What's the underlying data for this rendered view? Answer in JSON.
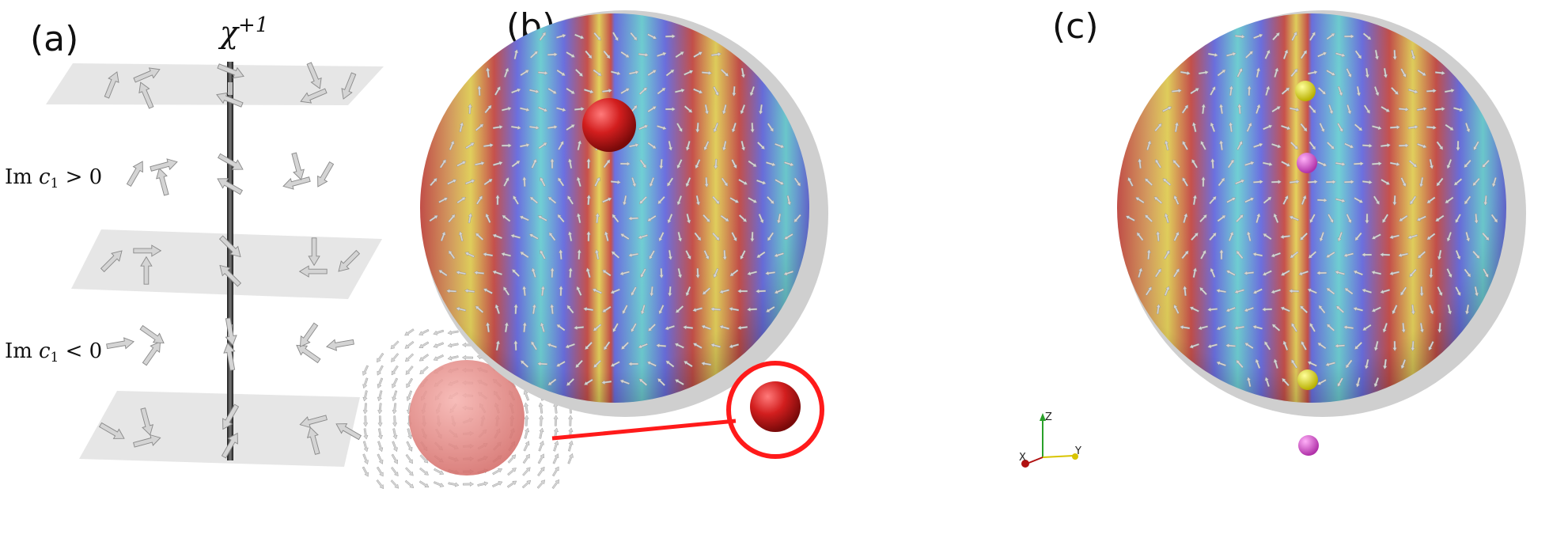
{
  "panels": {
    "a": {
      "label": "(a)"
    },
    "b": {
      "label": "(b)"
    },
    "c": {
      "label": "(c)"
    }
  },
  "panel_a": {
    "string_label": "χ",
    "string_label_superscript": "+1",
    "im_positive": {
      "prefix": "Im",
      "var": "c",
      "sub": "1",
      "relation": " > 0"
    },
    "im_negative": {
      "prefix": "Im",
      "var": "c",
      "sub": "1",
      "relation": " < 0"
    }
  },
  "axes_triad": {
    "z": "Z",
    "y": "Y",
    "x": "X"
  },
  "colors": {
    "plane": "#e6e6e6",
    "string": "#3a3a3a",
    "red_band": "#c8504a",
    "yellow_band": "#e4d25c",
    "cyan_band": "#6fd0d4",
    "blue_band": "#6b6fe0",
    "defect_red": "#c41818",
    "zoom_circle": "#ff1a1a",
    "defect_yellow": "#e4e018",
    "defect_magenta": "#e060d8",
    "axis_z": "#2aa02a",
    "axis_y": "#d8c400",
    "axis_x": "#b01010"
  },
  "panel_b": {
    "defects": [
      {
        "type": "red"
      },
      {
        "type": "red"
      }
    ]
  },
  "panel_c": {
    "defects": [
      {
        "type": "yellow"
      },
      {
        "type": "magenta"
      },
      {
        "type": "yellow"
      },
      {
        "type": "magenta"
      }
    ]
  }
}
